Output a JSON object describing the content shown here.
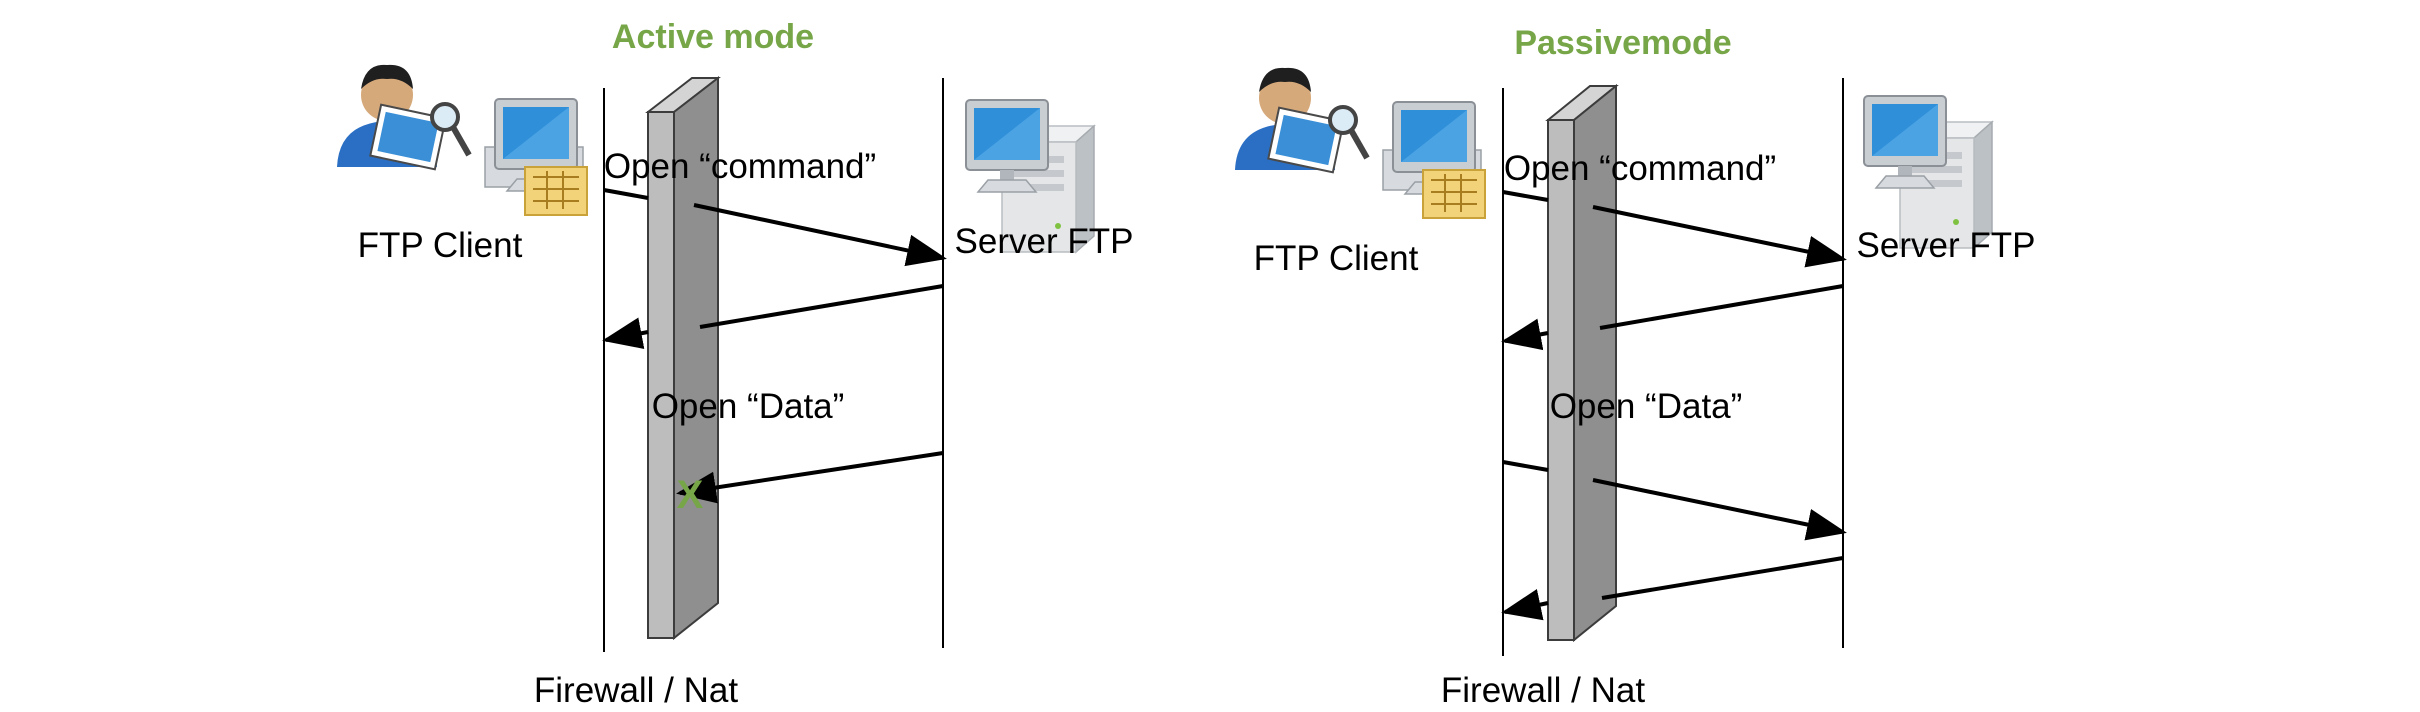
{
  "colors": {
    "title": "#77a648",
    "blocked": "#77a648",
    "line": "#000000",
    "firewall_front": "#a3a3a3",
    "firewall_side": "#d4d4d4"
  },
  "icons": {
    "client": "user-with-computer-icon",
    "server": "desktop-computer-icon",
    "blocked": "x-mark-icon"
  },
  "panels": [
    {
      "title": "Active mode",
      "client_label": "FTP Client",
      "server_label": "Server FTP",
      "firewall_label": "Firewall / Nat",
      "command_label": "Open “command”",
      "data_label": "Open “Data”",
      "blocked_mark": "X"
    },
    {
      "title": "Passivemode",
      "client_label": "FTP Client",
      "server_label": "Server FTP",
      "firewall_label": "Firewall / Nat",
      "command_label": "Open “command”",
      "data_label": "Open “Data”"
    }
  ]
}
